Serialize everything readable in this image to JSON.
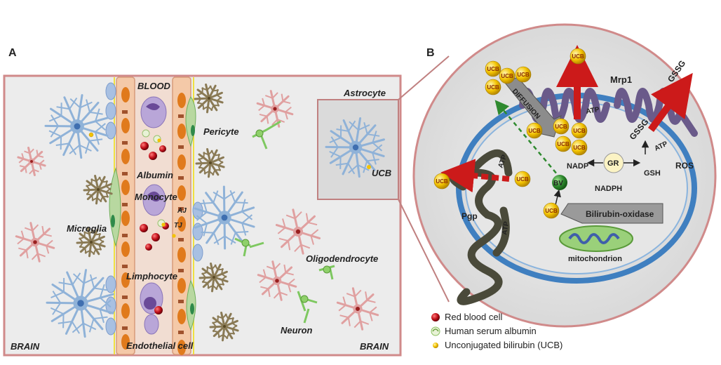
{
  "panels": {
    "a": {
      "letter": "A",
      "labels": {
        "blood": "BLOOD",
        "astrocyte": "Astrocyte",
        "pericyte": "Pericyte",
        "albumin": "Albumin",
        "monocyte": "Monocyte",
        "aj": "AJ",
        "tj": "TJ",
        "microglia": "Microglia",
        "ucb": "UCB",
        "oligodendrocyte": "Oligodendrocyte",
        "limphocyte": "Limphocyte",
        "neuron": "Neuron",
        "brain_left": "BRAIN",
        "brain_right": "BRAIN",
        "endothelial": "Endothelial cell"
      }
    },
    "b": {
      "letter": "B",
      "labels": {
        "ucb": "UCB",
        "diffusion": "DIFFUSION",
        "mrp1": "Mrp1",
        "atp": "ATP",
        "gssg": "GSSG",
        "gsh": "GSH",
        "ros": "ROS",
        "gr": "GR",
        "nadp": "NADP",
        "nadph": "NADPH",
        "bv": "BV",
        "pgp": "Pgp",
        "bilirubin_oxidase": "Bilirubin-oxidase",
        "mitochondrion": "mitochondrion"
      }
    }
  },
  "legend": [
    {
      "label": "Red blood cell",
      "icon": "red-blood-cell-icon"
    },
    {
      "label": "Human serum albumin",
      "icon": "albumin-icon"
    },
    {
      "label": "Unconjugated bilirubin (UCB)",
      "icon": "ucb-dot-icon"
    }
  ],
  "colors": {
    "frame": "#d08a8a",
    "vessel": "#f4c9a8",
    "nucleus": "#e07a1c",
    "astrocyte": "#8fb2d8",
    "neuron": "#e0a0a0",
    "microglia": "#8a7a55",
    "oligo": "#8fd06a",
    "membrane": "#3f7fc0",
    "transporter_mrp1": "#6a5a8a",
    "transporter_pgp": "#4a4a3a",
    "ucb": "#f2c200",
    "arrow_red": "#cc1a1a",
    "ros": "#c0282c",
    "gssg": "#2e78b8"
  }
}
